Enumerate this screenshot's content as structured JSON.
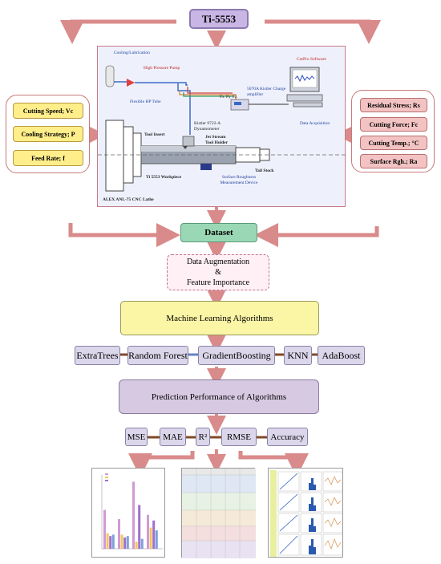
{
  "title": "Ti-5553",
  "inputs": [
    "Cutting Speed; Vc",
    "Cooling Strategy; P",
    "Feed Rate; f"
  ],
  "outputs": [
    "Residual Stress; Rs",
    "Cutting Force; Fc",
    "Cutting Temp.; °C",
    "Surface Rgh.; Ra"
  ],
  "setup_labels": {
    "cooling": "Cooling/Lubrication",
    "pump": "High Pressure Pump",
    "tube": "Flexible HP Tube",
    "amplifier": "5070A Kistler Charge amplifier",
    "software": "CutPro Software",
    "acquisition": "Data Acquisition",
    "dynamometer": "Kistler 9722-A Dynamometer",
    "insert": "Tool Insert",
    "jet": "Jet Stream",
    "holder": "Tool Holder",
    "workpiece": "Ti 5553 Workpiece",
    "tailstock": "Tail Stock",
    "roughness": "Surface Roughness Measurement Device",
    "lathe": "ALEX ANL-75 CNC Lathe",
    "fx": "Fx",
    "fy": "Fy",
    "fz": "Fz"
  },
  "dataset": "Dataset",
  "augmentation": [
    "Data Augmentation",
    "&",
    "Feature Importance"
  ],
  "ml_title": "Machine Learning Algorithms",
  "algorithms": [
    "ExtraTrees",
    "Random Forest",
    "GradientBoosting",
    "KNN",
    "AdaBoost"
  ],
  "prediction_title": "Prediction Performance of Algorithms",
  "metrics": [
    "MSE",
    "MAE",
    "R²",
    "RMSE",
    "Accuracy"
  ],
  "colors": {
    "arrow": "#d98a8a",
    "title_fill": "#c9b6e4",
    "dataset_fill": "#9ad7b4",
    "ml_fill": "#fbf5a6",
    "algorithm_fill": "#dcd6ea",
    "input_fill": "#ffee8a",
    "output_fill": "#f3c3c3",
    "connector": "#7f4a2a"
  },
  "bar_chart": {
    "groups": 4,
    "series_colors": [
      "#d09ad6",
      "#f0c860",
      "#a070d0",
      "#80a0d8"
    ],
    "values": [
      [
        0.55,
        0.22,
        0.18,
        0.2
      ],
      [
        0.42,
        0.2,
        0.16,
        0.18
      ],
      [
        0.95,
        0.1,
        0.62,
        0.14
      ],
      [
        0.48,
        0.3,
        0.4,
        0.26
      ]
    ]
  }
}
